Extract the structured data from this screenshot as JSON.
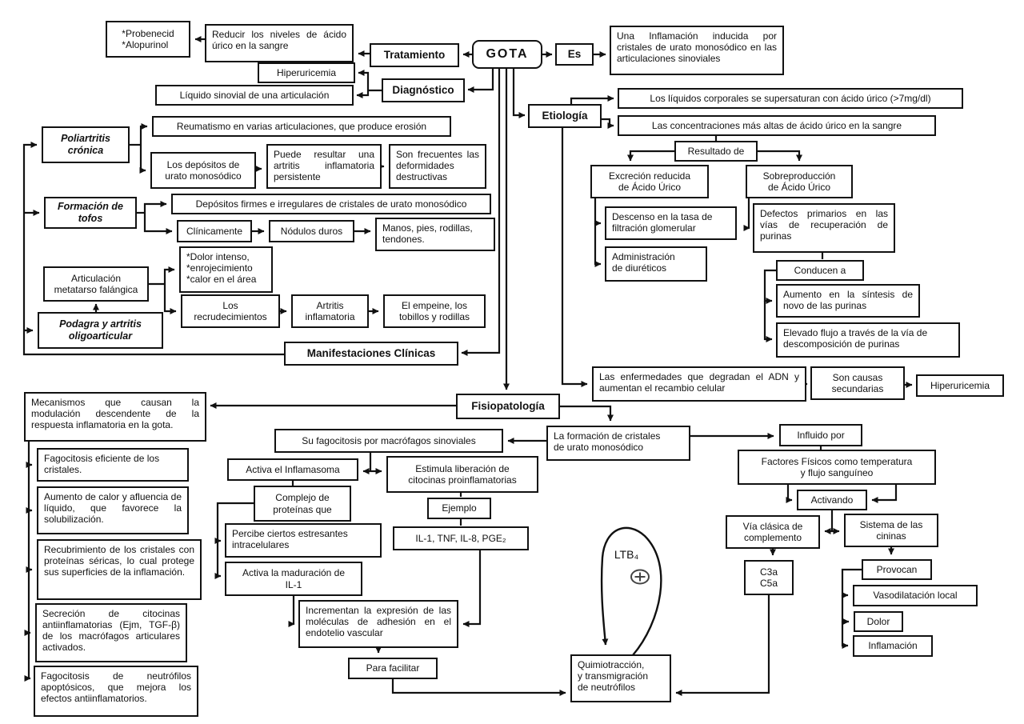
{
  "colors": {
    "ink": "#111111",
    "paper": "#ffffff"
  },
  "nodes": {
    "probenecid": {
      "text": "*Probenecid\n*Alopurinol"
    },
    "reducir": {
      "text": "Reducir los niveles de ácido úrico en la sangre"
    },
    "tratamiento": {
      "text": "Tratamiento"
    },
    "gota": {
      "text": "GOTA"
    },
    "es": {
      "text": "Es"
    },
    "una_inflamacion": {
      "text": "Una Inflamación inducida por cristales de urato monosódico en las articulaciones sinoviales"
    },
    "hiperuricemia1": {
      "text": "Hiperuricemia"
    },
    "diagnostico": {
      "text": "Diagnóstico"
    },
    "liquido_sinovial": {
      "text": "Líquido sinovial de una articulación"
    },
    "etiologia": {
      "text": "Etiología"
    },
    "liquidos_corporales": {
      "text": "Los líquidos corporales se supersaturan con ácido úrico (>7mg/dl)"
    },
    "concentraciones": {
      "text": "Las concentraciones más altas de ácido úrico en la sangre"
    },
    "resultado_de": {
      "text": "Resultado de"
    },
    "excrecion": {
      "text": "Excreción reducida\nde Ácido Úrico"
    },
    "sobreproduccion": {
      "text": "Sobreproducción\nde Ácido Úrico"
    },
    "descenso": {
      "text": "Descenso en la tasa de filtración glomerular"
    },
    "defectos": {
      "text": "Defectos primarios en las vías de recuperación de purinas"
    },
    "administracion": {
      "text": "Administración\nde diuréticos"
    },
    "conducen": {
      "text": "Conducen a"
    },
    "aumento_sintesis": {
      "text": "Aumento en la síntesis de novo de las purinas"
    },
    "elevado_flujo": {
      "text": "Elevado flujo a través de la vía de descomposición de purinas"
    },
    "poliartritis": {
      "text": "Poliartritis\ncrónica"
    },
    "reumatismo": {
      "text": "Reumatismo en varias articulaciones, que produce erosión"
    },
    "depositos_urato": {
      "text": "Los depósitos de\nurato monosódico"
    },
    "puede_resultar": {
      "text": "Puede resultar una artritis inflamatoria persistente"
    },
    "son_frecuentes": {
      "text": "Son frecuentes las deformidades destructivas"
    },
    "formacion_tofos": {
      "text": "Formación de\ntofos"
    },
    "depositos_firmes": {
      "text": "Depósitos firmes e irregulares de cristales de urato monosódico"
    },
    "clinicamente": {
      "text": "Clínicamente"
    },
    "nodulos": {
      "text": "Nódulos duros"
    },
    "manos_pies": {
      "text": "Manos, pies, rodillas, tendones."
    },
    "dolor_intenso": {
      "text": "*Dolor intenso,\n*enrojecimiento\n*calor en el área"
    },
    "articulacion": {
      "text": "Articulación\nmetatarso falángica"
    },
    "recrudecimientos": {
      "text": "Los\nrecrudecimientos"
    },
    "artritis_inflamatoria": {
      "text": "Artritis\ninflamatoria"
    },
    "empeine": {
      "text": "El empeine, los\ntobillos y rodillas"
    },
    "podagra": {
      "text": "Podagra y artritis\noligoarticular"
    },
    "manifestaciones": {
      "text": "Manifestaciones Clínicas"
    },
    "mecanismos": {
      "text": "Mecanismos que causan la modulación descendente de la respuesta inflamatoria en la gota."
    },
    "fisiopatologia": {
      "text": "Fisiopatología"
    },
    "enfermedades_adn": {
      "text": "Las enfermedades que degradan el ADN y aumentan el recambio celular"
    },
    "causas_secundarias": {
      "text": "Son causas\nsecundarias"
    },
    "hiperuricemia2": {
      "text": "Hiperuricemia"
    },
    "fagocitosis_eficiente": {
      "text": "Fagocitosis eficiente de los cristales."
    },
    "aumento_calor": {
      "text": "Aumento de calor y afluencia de líquido, que favorece la solubilización."
    },
    "recubrimiento": {
      "text": "Recubrimiento de los cristales con proteínas séricas, lo cual protege sus superficies de la inflamación."
    },
    "secrecion": {
      "text": "Secreción de citocinas antiinflamatorias (Ejm, TGF-β) de los macrófagos articulares activados."
    },
    "fagocitosis_neutrofilos": {
      "text": "Fagocitosis de neutrófilos apoptósicos, que mejora los efectos antiinflamatorios."
    },
    "su_fagocitosis": {
      "text": "Su fagocitosis por macrófagos sinoviales"
    },
    "formacion_cristales": {
      "text": "La formación de cristales\nde urato monosódico"
    },
    "influido_por": {
      "text": "Influido por"
    },
    "factores_fisicos": {
      "text": "Factores Físicos como temperatura\ny flujo sanguíneo"
    },
    "activando": {
      "text": "Activando"
    },
    "activa_inflamasoma": {
      "text": "Activa el Inflamasoma"
    },
    "estimula": {
      "text": "Estimula liberación de\ncitocinas proinflamatorias"
    },
    "complejo": {
      "text": "Complejo de\nproteínas que"
    },
    "ejemplo": {
      "text": "Ejemplo"
    },
    "percibe": {
      "text": "Percibe ciertos estresantes\nintracelulares"
    },
    "il1_tnf": {
      "text": "IL-1, TNF, IL-8, PGE₂"
    },
    "via_clasica": {
      "text": "Vía clásica de\ncomplemento"
    },
    "sistema_cininas": {
      "text": "Sistema de las\ncininas"
    },
    "activa_maduracion": {
      "text": "Activa la maduración de\nIL-1"
    },
    "c3a_c5a": {
      "text": "C3a\nC5a"
    },
    "provocan": {
      "text": "Provocan"
    },
    "vasodilatacion": {
      "text": "Vasodilatación local"
    },
    "dolor": {
      "text": "Dolor"
    },
    "inflamacion": {
      "text": "Inflamación"
    },
    "incrementan": {
      "text": "Incrementan la expresión de las moléculas de adhesión en el endotelio vascular"
    },
    "para_facilitar": {
      "text": "Para facilitar"
    },
    "quimiotraccion": {
      "text": "Quimiotracción,\ny transmigración\nde neutrófilos"
    },
    "ltb4": {
      "text": "LTB₄"
    }
  }
}
